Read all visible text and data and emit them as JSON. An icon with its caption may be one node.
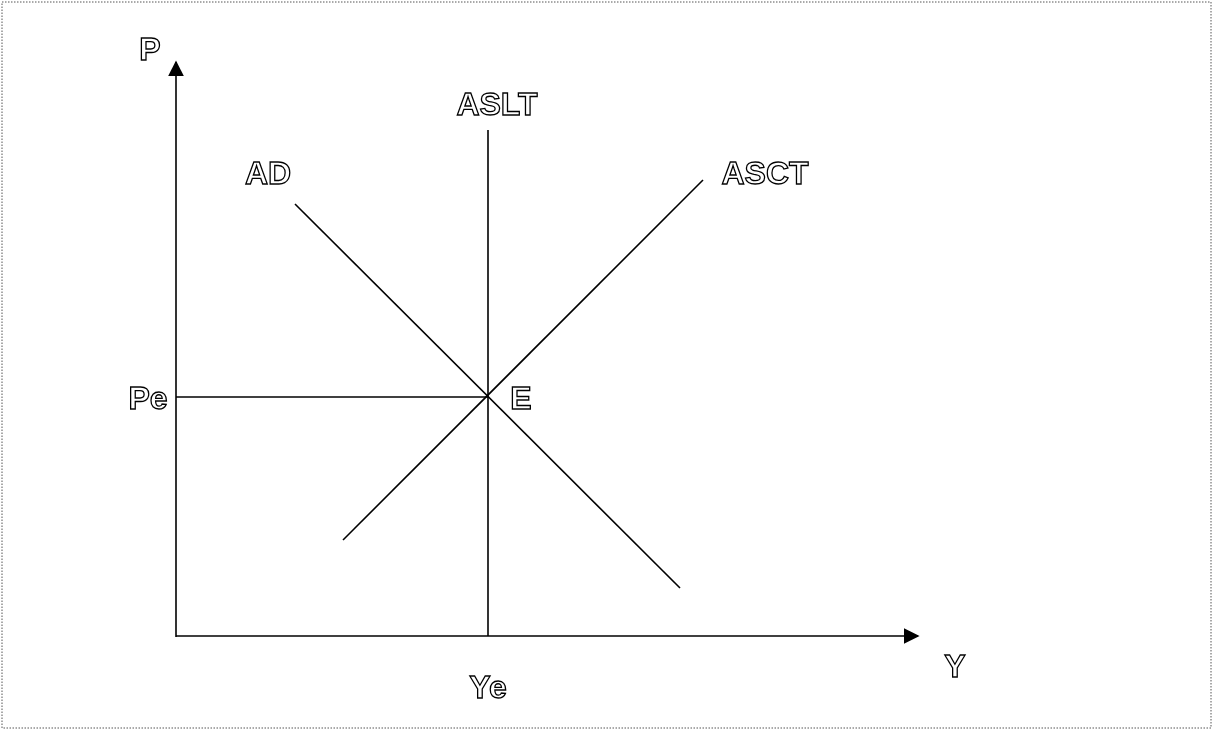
{
  "diagram": {
    "labels": [
      "P",
      "ASLT",
      "AD",
      "ASCT",
      "Pe",
      "E",
      "Y",
      "Ye"
    ]
  }
}
